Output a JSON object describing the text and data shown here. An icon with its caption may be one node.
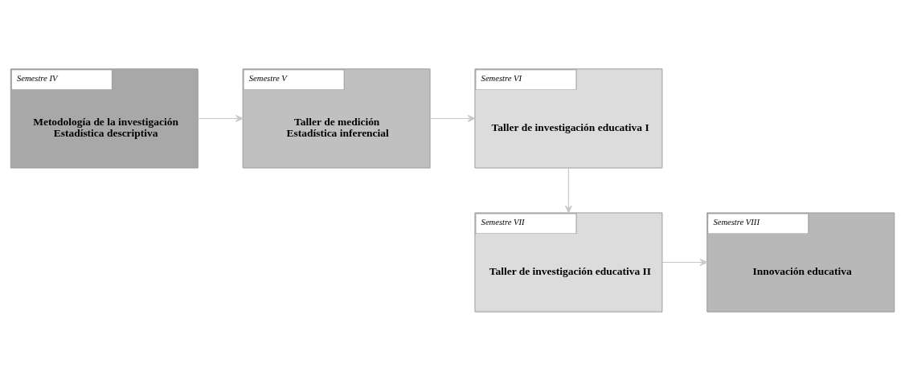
{
  "diagram": {
    "nodes": [
      {
        "text": [
          "Semestre IV",
          "Metodología de la investigación",
          "Estadística descriptiva"
        ]
      },
      {
        "text": [
          "Semestre V",
          "Taller de medición",
          "Estadística inferencial"
        ]
      },
      {
        "text": [
          "Semestre VI",
          "Taller de investigación educativa I"
        ]
      },
      {
        "text": [
          "Semestre VII",
          "Taller de investigación educativa II"
        ]
      },
      {
        "text": [
          "Semestre VIII",
          "Innovación educativa"
        ]
      }
    ],
    "edges": [
      {
        "from": 0,
        "to": 1,
        "arrow": "to"
      },
      {
        "from": 1,
        "to": 2,
        "arrow": "to"
      },
      {
        "from": 2,
        "to": 3,
        "arrow": "to"
      },
      {
        "from": 3,
        "to": 4,
        "arrow": "to"
      }
    ]
  }
}
